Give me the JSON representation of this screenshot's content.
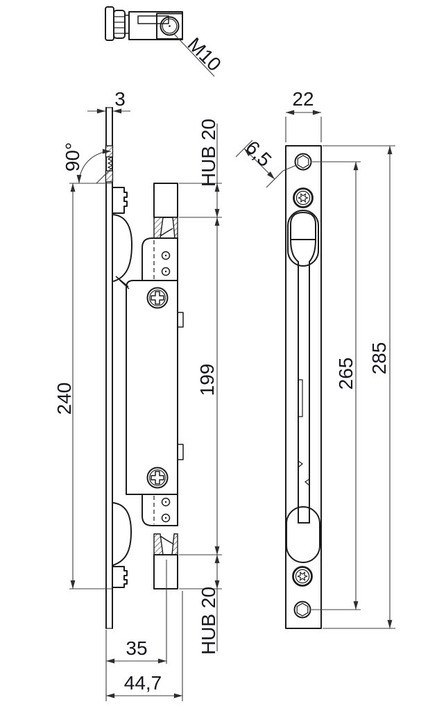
{
  "drawing": {
    "type": "technical-drawing",
    "colors": {
      "line": "#1b1b1b",
      "dim": "#3c3c3c",
      "text": "#15151f",
      "bg": "#ffffff"
    },
    "views": {
      "top": {
        "thread": "M10"
      },
      "side": {
        "plate_thickness": "3",
        "mount_angle": "90°",
        "plate_height": "240",
        "stroke_top": "HUB 20",
        "case_length": "199",
        "stroke_bottom": "HUB 20",
        "rod_offset": "35",
        "total_depth": "44,7"
      },
      "front": {
        "plate_width": "22",
        "hole_diameter": "6,5",
        "hole_span": "265",
        "plate_length": "285"
      }
    }
  }
}
